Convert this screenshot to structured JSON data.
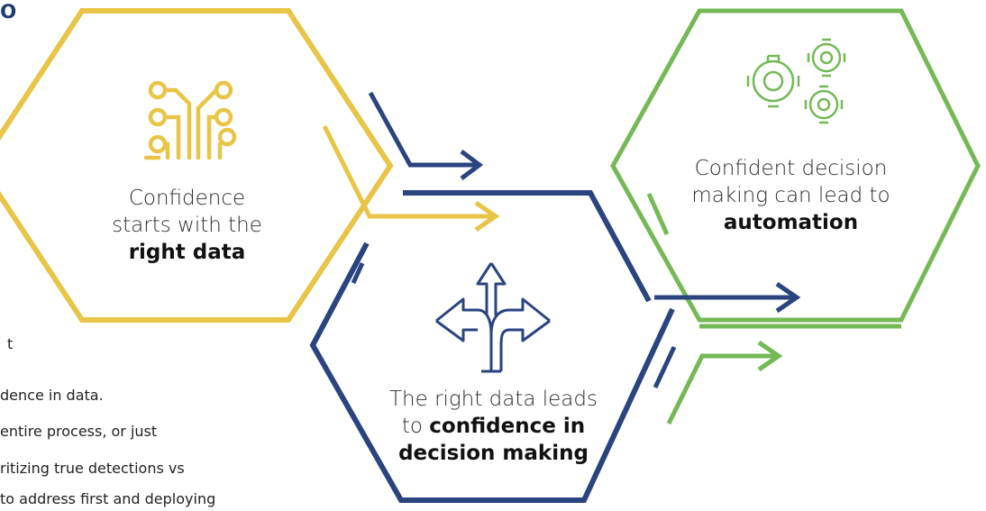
{
  "corner_text": "o",
  "colors": {
    "yellow": "#e8c547",
    "navy": "#2a4480",
    "green": "#75b957"
  },
  "hexagons": {
    "data": {
      "icon": "circuit-icon",
      "line1": "Confidence",
      "line2": "starts with the",
      "bold": "right data"
    },
    "decision": {
      "icon": "split-arrows-icon",
      "line1": "The right data leads",
      "pre": "to ",
      "bold1": "confidence in",
      "bold2": "decision making"
    },
    "automation": {
      "icon": "gears-icon",
      "line1": "Confident decision",
      "line2": "making can lead to",
      "bold": "automation"
    }
  },
  "body_text": [
    "t",
    "dence in data.",
    "entire process, or just",
    "ritizing true detections vs",
    "to address first and deploying"
  ]
}
